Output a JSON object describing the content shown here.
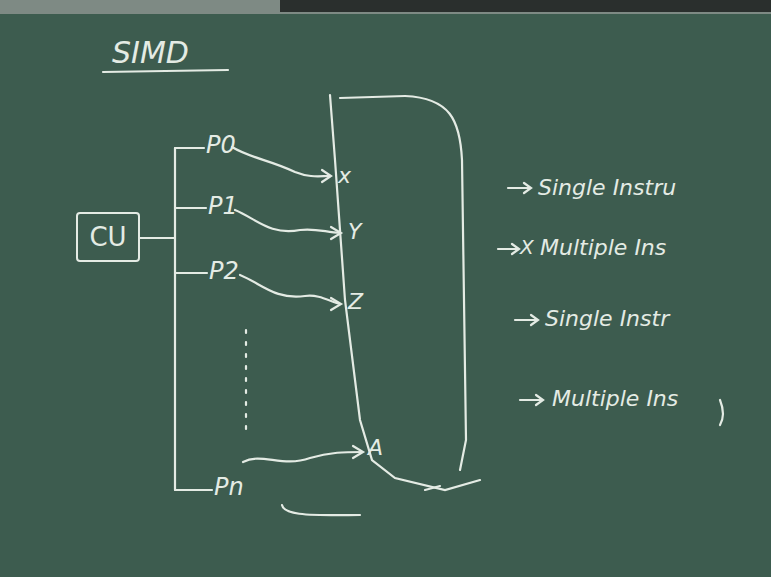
{
  "diagram": {
    "title": "SIMD",
    "nodes": [
      {
        "text": [
          "CU"
        ]
      }
    ],
    "edges": [],
    "labels": [
      "P0",
      "P1",
      "P2",
      "Pn",
      "x",
      "Y",
      "Z",
      "A",
      "Single Instru",
      "X",
      "Multiple Ins",
      "Single Instr",
      "Multiple Ins"
    ]
  }
}
